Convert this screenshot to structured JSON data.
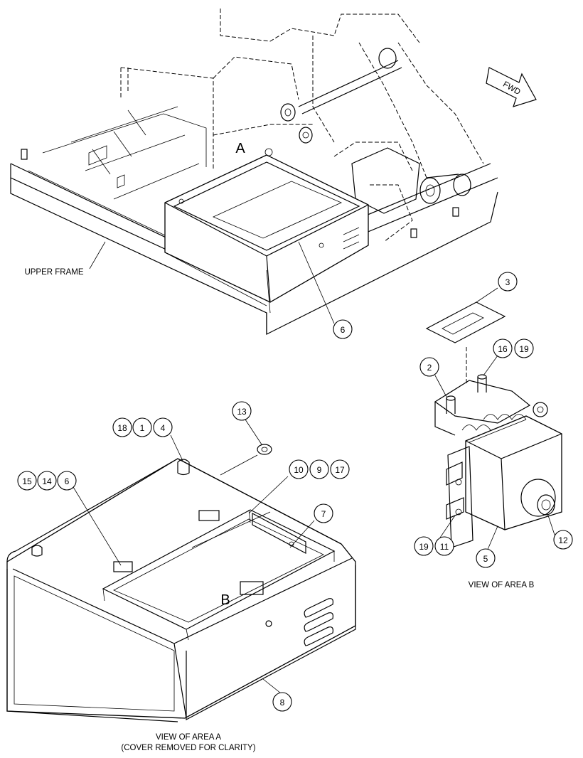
{
  "labels": {
    "upper_frame": "UPPER FRAME",
    "fwd": "FWD",
    "area_a": "A",
    "area_b": "B",
    "view_area_a_line1": "VIEW OF AREA A",
    "view_area_a_line2": "(COVER REMOVED FOR CLARITY)",
    "view_area_b": "VIEW OF AREA B"
  },
  "callouts": {
    "c1": "1",
    "c2": "2",
    "c3": "3",
    "c4": "4",
    "c5": "5",
    "c6": "6",
    "c6b": "6",
    "c7": "7",
    "c8": "8",
    "c9": "9",
    "c10": "10",
    "c11": "11",
    "c12": "12",
    "c13": "13",
    "c14": "14",
    "c15": "15",
    "c16": "16",
    "c17": "17",
    "c18": "18",
    "c19a": "19",
    "c19b": "19"
  }
}
